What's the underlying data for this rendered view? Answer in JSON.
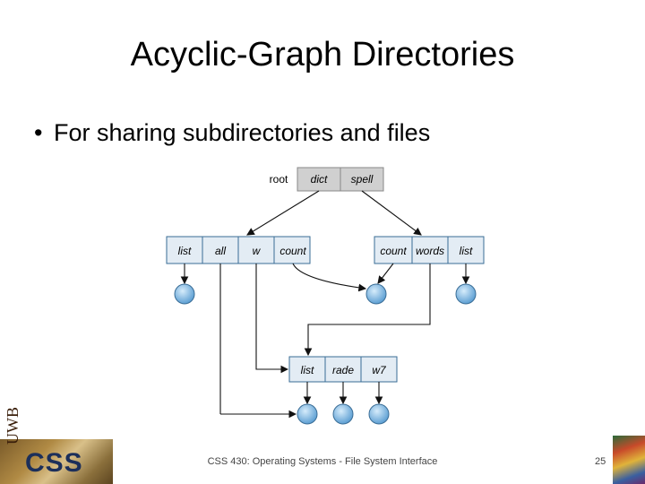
{
  "slide": {
    "title": "Acyclic-Graph Directories",
    "bullet": "For sharing subdirectories and files",
    "footer": "CSS 430: Operating Systems - File System Interface",
    "page_number": "25"
  },
  "diagram": {
    "root": {
      "label": "root",
      "entries": [
        "dict",
        "spell"
      ]
    },
    "dict_dir": {
      "entries": [
        "list",
        "all",
        "w",
        "count"
      ]
    },
    "spell_dir": {
      "entries": [
        "count",
        "words",
        "list"
      ]
    },
    "w_dir": {
      "entries": [
        "list",
        "rade",
        "w7"
      ]
    }
  },
  "logos": {
    "left_text": "CSS",
    "left_side_text": "UWB"
  },
  "colors": {
    "node_fill": "#8fc3ea",
    "node_stroke": "#3a6d96",
    "box_fill": "#e3ecf4",
    "shaded_fill": "#d0d0d0"
  }
}
